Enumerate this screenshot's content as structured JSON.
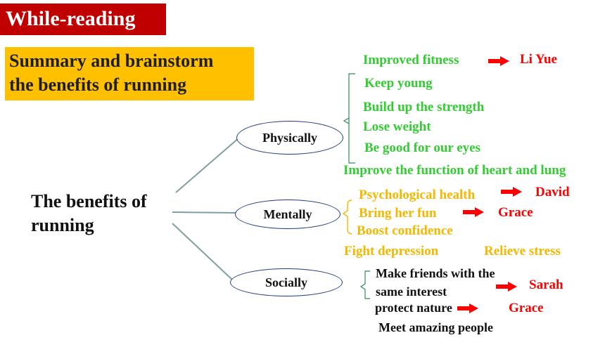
{
  "header": {
    "title": "While-reading"
  },
  "summary_box": {
    "line1": "Summary  and brainstorm",
    "line2": "the benefits of running"
  },
  "center": {
    "line1": "The benefits of",
    "line2": "running"
  },
  "nodes": {
    "physically": "Physically",
    "mentally": "Mentally",
    "socially": "Socially"
  },
  "physical": {
    "improved_fitness": "Improved fitness",
    "improved_fitness_person": "Li Yue",
    "keep_young": "Keep young",
    "build_strength": "Build up the strength",
    "lose_weight": "Lose weight",
    "good_eyes": "Be good for our eyes",
    "heart_lung": "Improve the function of heart and lung"
  },
  "mental": {
    "psych_health": "Psychological health",
    "psych_health_person": "David",
    "bring_fun": "Bring her fun",
    "bring_fun_person": "Grace",
    "boost_confidence": "Boost confidence",
    "fight_depression": "Fight depression",
    "relieve_stress": "Relieve stress"
  },
  "social": {
    "make_friends_1": "Make friends with the",
    "make_friends_2": "same interest",
    "make_friends_person": "Sarah",
    "protect_nature": "protect nature",
    "protect_nature_person": "Grace",
    "meet_people": "Meet amazing people"
  },
  "colors": {
    "header_bg": "#c00000",
    "summary_bg": "#ffc000",
    "green": "#33cc33",
    "orange": "#f5b800",
    "red": "#ff0000"
  }
}
